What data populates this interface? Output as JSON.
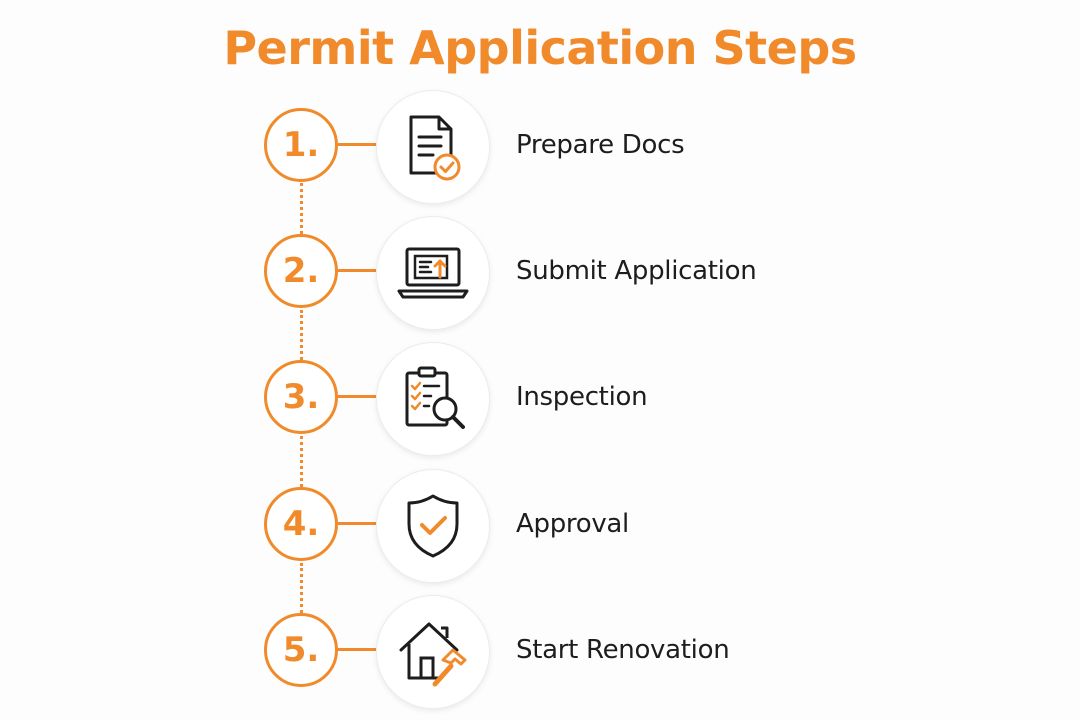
{
  "title": "Permit Application Steps",
  "colors": {
    "accent": "#f18a2b",
    "text": "#1d1d1d",
    "background": "#fdfdfd"
  },
  "steps": [
    {
      "number": "1.",
      "label": "Prepare Docs",
      "icon": "document-check-icon"
    },
    {
      "number": "2.",
      "label": "Submit Application",
      "icon": "laptop-upload-icon"
    },
    {
      "number": "3.",
      "label": "Inspection",
      "icon": "clipboard-search-icon"
    },
    {
      "number": "4.",
      "label": "Approval",
      "icon": "shield-check-icon"
    },
    {
      "number": "5.",
      "label": "Start Renovation",
      "icon": "house-hammer-icon"
    }
  ]
}
